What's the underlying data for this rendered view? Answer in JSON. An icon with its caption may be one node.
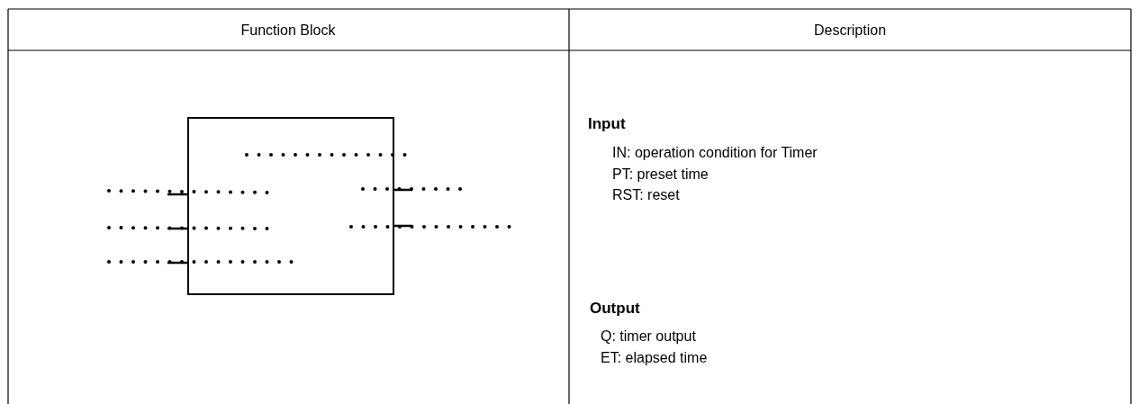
{
  "diagram": {
    "labels": [
      "Function Block",
      "Description",
      "Input",
      "IN: operation condition for Timer",
      "PT: preset time",
      "RST: reset",
      "Output",
      "Q: timer output",
      "ET: elapsed time"
    ]
  }
}
